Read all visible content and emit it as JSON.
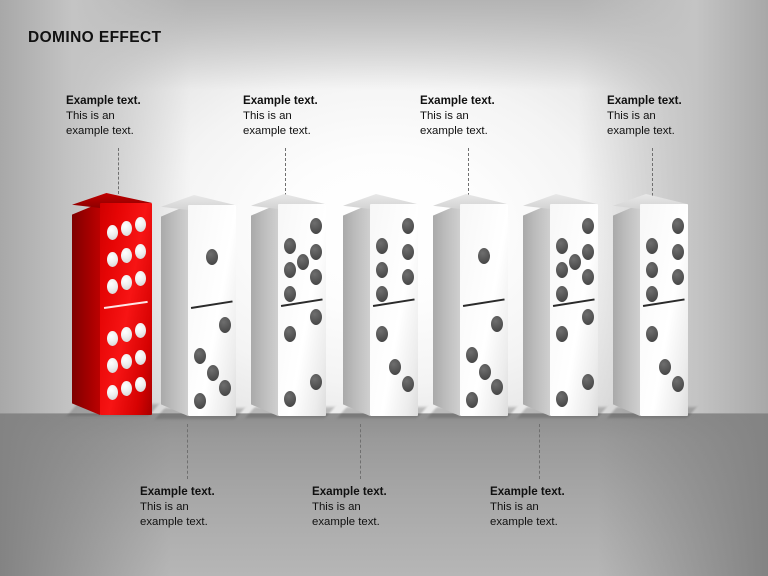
{
  "slide": {
    "title": "DOMINO EFFECT",
    "background_color": "#e8e8e8",
    "floor_color": "#a0a0a0",
    "accent_color": "#e40000",
    "domino_color": "#f2f2f2",
    "pip_color": "#4a4a4a",
    "connector_color": "#6f6f6f"
  },
  "callouts": {
    "top": [
      {
        "heading": "Example text.",
        "line1": "This is an",
        "line2": "example text."
      },
      {
        "heading": "Example text.",
        "line1": "This is an",
        "line2": "example text."
      },
      {
        "heading": "Example text.",
        "line1": "This is an",
        "line2": "example text."
      },
      {
        "heading": "Example text.",
        "line1": "This is an",
        "line2": "example text."
      }
    ],
    "bottom": [
      {
        "heading": "Example text.",
        "line1": "This is an",
        "line2": "example text."
      },
      {
        "heading": "Example text.",
        "line1": "This is an",
        "line2": "example text."
      },
      {
        "heading": "Example text.",
        "line1": "This is an",
        "line2": "example text."
      }
    ]
  },
  "chart_data": {
    "type": "diagram",
    "title": "DOMINO EFFECT",
    "subtype": "domino-row-3d",
    "item_count": 7,
    "highlighted_index": 1,
    "items": [
      {
        "index": 1,
        "color": "red",
        "top_pips": 9,
        "bottom_pips": 9,
        "callout": "top-1",
        "highlighted": true
      },
      {
        "index": 2,
        "color": "white",
        "top_pips": 1,
        "bottom_pips": 5,
        "callout": "bottom-1",
        "highlighted": false
      },
      {
        "index": 3,
        "color": "white",
        "top_pips": 7,
        "bottom_pips": 4,
        "callout": "top-2",
        "highlighted": false
      },
      {
        "index": 4,
        "color": "white",
        "top_pips": 6,
        "bottom_pips": 3,
        "callout": "bottom-2",
        "highlighted": false
      },
      {
        "index": 5,
        "color": "white",
        "top_pips": 1,
        "bottom_pips": 5,
        "callout": "top-3",
        "highlighted": false
      },
      {
        "index": 6,
        "color": "white",
        "top_pips": 7,
        "bottom_pips": 4,
        "callout": "bottom-3",
        "highlighted": false
      },
      {
        "index": 7,
        "color": "white",
        "top_pips": 6,
        "bottom_pips": 3,
        "callout": "top-4",
        "highlighted": false
      }
    ]
  }
}
